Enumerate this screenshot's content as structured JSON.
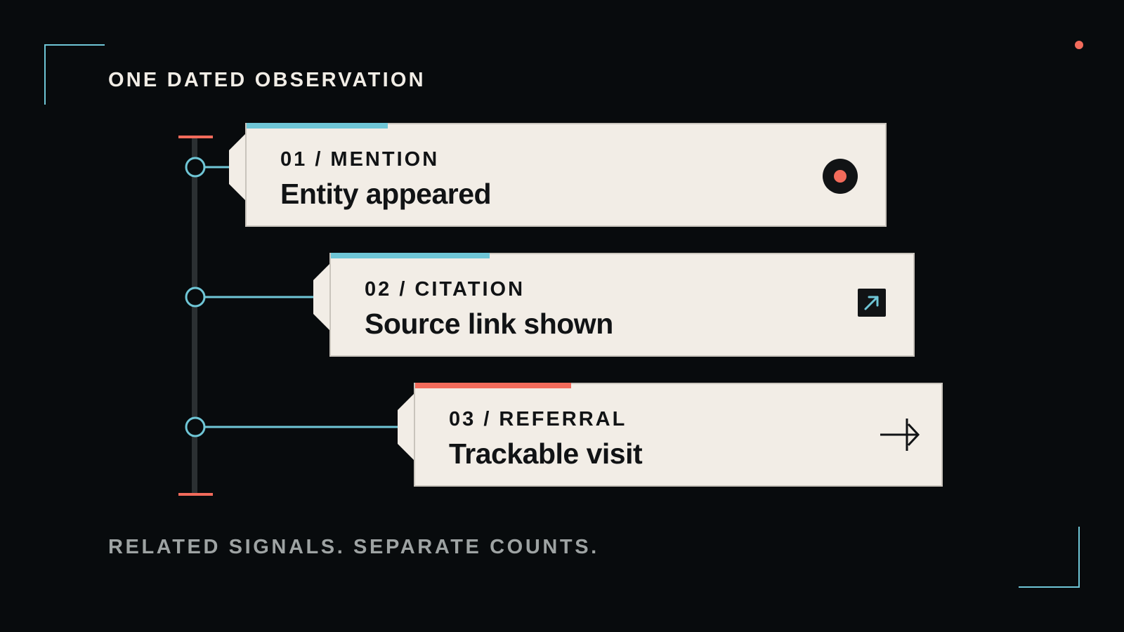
{
  "heading": "ONE DATED OBSERVATION",
  "footer": "RELATED SIGNALS. SEPARATE COUNTS.",
  "colors": {
    "background": "#080b0d",
    "card": "#f2ede6",
    "cyan_accent": "#6fc6d6",
    "coral_accent": "#f26b5b",
    "ink": "#111315"
  },
  "steps": [
    {
      "label": "01 / MENTION",
      "title": "Entity appeared",
      "icon": "record-icon",
      "accent": "#6fc6d6"
    },
    {
      "label": "02 / CITATION",
      "title": "Source link shown",
      "icon": "external-link-icon",
      "accent": "#6fc6d6"
    },
    {
      "label": "03 / REFERRAL",
      "title": "Trackable visit",
      "icon": "arrow-right-icon",
      "accent": "#f26b5b"
    }
  ]
}
